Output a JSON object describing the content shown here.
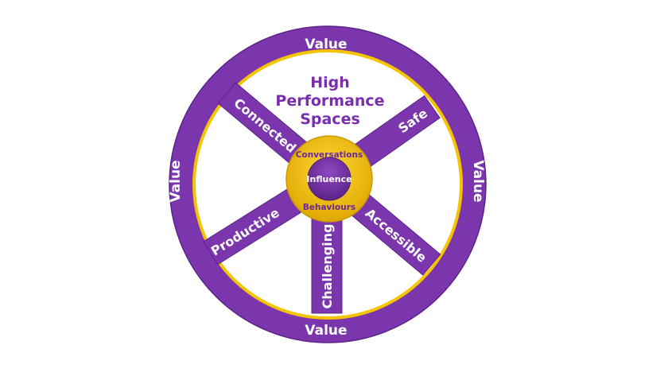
{
  "title": [
    "High",
    "Performance",
    "Spaces"
  ],
  "rim_labels": {
    "top": "Value",
    "bottom": "Value",
    "left": "Value",
    "right": "Value"
  },
  "spokes": {
    "connected": "Connected",
    "safe": "Safe",
    "productive": "Productive",
    "accessible": "Accessible",
    "challenging": "Challenging"
  },
  "hub": {
    "top": "Conversations",
    "center": "Influence",
    "bottom": "Behaviours"
  },
  "colors": {
    "purple": "#7b35ad",
    "purple_dark": "#5c2488",
    "yellow": "#f5c400",
    "text_purple": "#7a2db0"
  }
}
